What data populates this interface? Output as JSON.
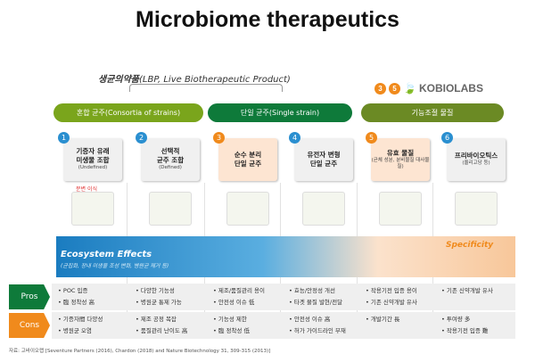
{
  "title": "Microbiome therapeutics",
  "subtitle": {
    "bold": "생균의약품",
    "rest": "(LBP, Live Biotherapeutic Product)"
  },
  "logo": {
    "badges": [
      "3",
      "5"
    ],
    "text": "KOBIOLABS"
  },
  "categories": [
    {
      "label": "혼합 균주(Consortia of strains)",
      "color": "#7aa51c"
    },
    {
      "label": "단일 균주(Single strain)",
      "color": "#0e7a3a"
    },
    {
      "label": "기능조절 물질",
      "color": "#6b8a24"
    }
  ],
  "columns": [
    {
      "num": "1",
      "numColor": "#2a8fd0",
      "title1": "기증자 유래",
      "title2": "미생물 조합",
      "note": "(Undefined)",
      "picLabel": "분변 이식",
      "highlight": false
    },
    {
      "num": "2",
      "numColor": "#2a8fd0",
      "title1": "선택적",
      "title2": "균주 조합",
      "note": "(Defined)",
      "highlight": false
    },
    {
      "num": "3",
      "numColor": "#f08a1c",
      "title1": "순수 분리",
      "title2": "단일 균주",
      "note": "",
      "highlight": true
    },
    {
      "num": "4",
      "numColor": "#2a8fd0",
      "title1": "유전자 변형",
      "title2": "단일 균주",
      "note": "",
      "highlight": false
    },
    {
      "num": "5",
      "numColor": "#f08a1c",
      "title1": "유효 물질",
      "title2": "",
      "note": "(균체 성분, 분비물질 대사물질)",
      "highlight": true
    },
    {
      "num": "6",
      "numColor": "#2a8fd0",
      "title1": "프리바이오틱스",
      "title2": "",
      "note": "(올리고당 등)",
      "highlight": false
    }
  ],
  "band": {
    "left": "Ecosystem Effects",
    "leftSub": "(균집화, 장내 미생물 조성 변화, 병원균 제거 등)",
    "right": "Specificity"
  },
  "pros": {
    "label": "Pros",
    "color": "#0e7a3a",
    "cells": [
      [
        "• POC 입증",
        "• 臨 정착성 高"
      ],
      [
        "• 다양한 기능성",
        "• 병원균 통제 가능"
      ],
      [
        "• 제조/품질관리 용이",
        "• 안전성 이슈 低"
      ],
      [
        "• 효능/안정성 개선",
        "• 타겟 물질 발현/전달"
      ],
      [
        "• 작용기전 입증 용이",
        "• 기존 신약개발 유사"
      ],
      [
        "• 기존 신약개발 유사",
        ""
      ]
    ]
  },
  "cons": {
    "label": "Cons",
    "color": "#f08a1c",
    "cells": [
      [
        "• 기증자間 다양성",
        "• 병원균 오염"
      ],
      [
        "• 제조 공정 복잡",
        "• 품질관리 난이도 高"
      ],
      [
        "• 기능성 제한",
        "• 臨 정착성 低"
      ],
      [
        "• 안전성 이슈 高",
        "• 허가 가이드라인 부재"
      ],
      [
        "• 개발기간 長",
        ""
      ],
      [
        "• 투여량 多",
        "• 작용기전 입증 難"
      ]
    ]
  },
  "source": "자료: 고바이오랩 [Seventure Partners (2016), Chardon (2018) and Nature Biotechnology 31, 309-315 (2013)]"
}
